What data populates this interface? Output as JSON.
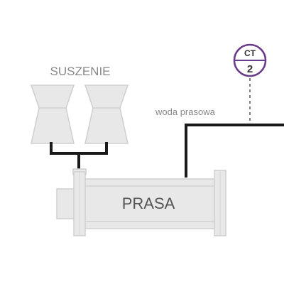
{
  "labels": {
    "dryers": "SUSZENIE",
    "press": "PRASA",
    "press_water": "woda prasowa"
  },
  "instrument": {
    "top": "CT",
    "bottom": "2",
    "ring_color": "#6a3d8a"
  },
  "colors": {
    "equipment_fill": "#e8e8e8",
    "equipment_stroke": "#c8c8c8",
    "pipe": "#1a1a1a",
    "text": "#888888"
  }
}
